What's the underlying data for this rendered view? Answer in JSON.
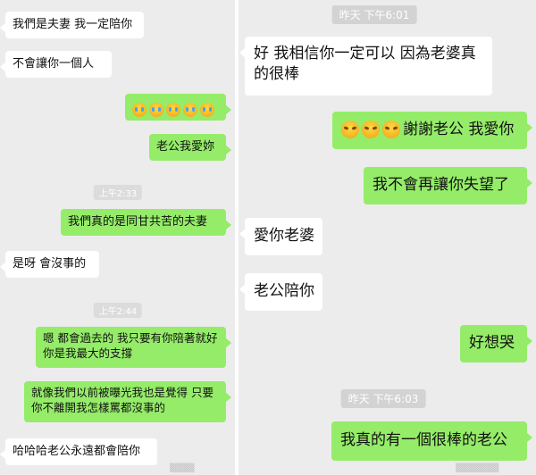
{
  "left": {
    "messages": [
      {
        "text": "我們是夫妻 我一定陪你"
      },
      {
        "text": "不會讓你一個人"
      },
      {
        "emoji": [
          "crying-face",
          "crying-face",
          "crying-face",
          "crying-face",
          "crying-face"
        ]
      },
      {
        "text": "老公我愛妳"
      },
      {
        "text": "我們真的是同甘共苦的夫妻"
      },
      {
        "text": "是呀 會沒事的"
      },
      {
        "text": "嗯 都會過去的 我只要有你陪著就好 你是我最大的支撐"
      },
      {
        "text": "就像我們以前被曝光我也是覺得 只要你不離開我怎樣罵都沒事的"
      },
      {
        "text": "哈哈哈老公永遠都會陪你"
      }
    ],
    "timestamps": [
      "上午2:33",
      "上午2:44"
    ]
  },
  "right": {
    "timestamps": [
      "昨天 下午6:01",
      "昨天 下午6:03"
    ],
    "messages": [
      {
        "text": "好 我相信你一定可以 因為老婆真的很棒"
      },
      {
        "emoji": [
          "laughing-face",
          "laughing-face",
          "laughing-face"
        ],
        "text": "謝謝老公 我愛你"
      },
      {
        "text": "我不會再讓你失望了"
      },
      {
        "text": "愛你老婆"
      },
      {
        "text": "老公陪你"
      },
      {
        "text": "好想哭"
      },
      {
        "text": "我真的有一個很棒的老公"
      }
    ]
  },
  "colors": {
    "incoming": "#ffffff",
    "outgoing": "#95ec69",
    "background": "#ececec"
  }
}
